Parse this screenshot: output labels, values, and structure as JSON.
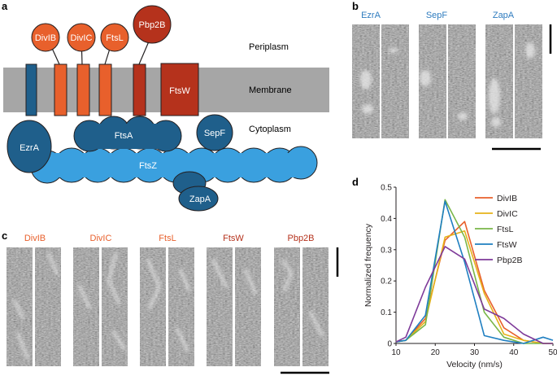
{
  "panel_labels": {
    "a": "a",
    "b": "b",
    "c": "c",
    "d": "d"
  },
  "panel_a": {
    "region_labels": {
      "periplasm": "Periplasm",
      "membrane": "Membrane",
      "cytoplasm": "Cytoplasm"
    },
    "proteins": {
      "divib": "DivIB",
      "divic": "DivIC",
      "ftsl": "FtsL",
      "pbp2b": "Pbp2B",
      "ftsw": "FtsW",
      "ezra": "EzrA",
      "ftsa": "FtsA",
      "sepf": "SepF",
      "ftsz": "FtsZ",
      "zapa": "ZapA"
    },
    "colors": {
      "orange": "#e8602c",
      "dark_red": "#b5321c",
      "dark_blue": "#1f5f8b",
      "light_blue": "#3aa0df",
      "membrane_gray": "#a6a6a6"
    }
  },
  "panel_b": {
    "headers": [
      "EzrA",
      "SepF",
      "ZapA"
    ],
    "header_color": "#2f7cbf"
  },
  "panel_c": {
    "headers": [
      "DivIB",
      "DivIC",
      "FtsL",
      "FtsW",
      "Pbp2B"
    ],
    "header_colors": [
      "#e8602c",
      "#e8602c",
      "#e8602c",
      "#b5321c",
      "#b5321c"
    ]
  },
  "chart_data": {
    "type": "line",
    "title": "",
    "xlabel": "Velocity (nm/s)",
    "ylabel": "Normalized frequency",
    "xlim": [
      10,
      50
    ],
    "ylim": [
      0,
      0.5
    ],
    "xticks": [
      10,
      20,
      30,
      40,
      50
    ],
    "yticks": [
      0,
      0.1,
      0.2,
      0.3,
      0.4,
      0.5
    ],
    "x": [
      10,
      12.5,
      17.5,
      22.5,
      27.5,
      32.5,
      37.5,
      42.5,
      47.5,
      50
    ],
    "legend_position": "top-right",
    "series": [
      {
        "name": "DivIB",
        "color": "#e8602c",
        "values": [
          0.005,
          0.01,
          0.08,
          0.33,
          0.39,
          0.17,
          0.05,
          0.01,
          0.0,
          0.0
        ]
      },
      {
        "name": "DivIC",
        "color": "#e6b21a",
        "values": [
          0.005,
          0.01,
          0.07,
          0.34,
          0.36,
          0.16,
          0.03,
          0.01,
          0.0,
          0.0
        ]
      },
      {
        "name": "FtsL",
        "color": "#7ab648",
        "values": [
          0.005,
          0.01,
          0.06,
          0.46,
          0.34,
          0.1,
          0.02,
          0.0,
          0.0,
          0.0
        ]
      },
      {
        "name": "FtsW",
        "color": "#1f7fc1",
        "values": [
          0.005,
          0.01,
          0.09,
          0.455,
          0.26,
          0.025,
          0.01,
          0.0,
          0.02,
          0.01
        ]
      },
      {
        "name": "Pbp2B",
        "color": "#7e3a99",
        "values": [
          0.005,
          0.02,
          0.18,
          0.31,
          0.27,
          0.11,
          0.08,
          0.03,
          0.0,
          0.0
        ]
      }
    ]
  }
}
